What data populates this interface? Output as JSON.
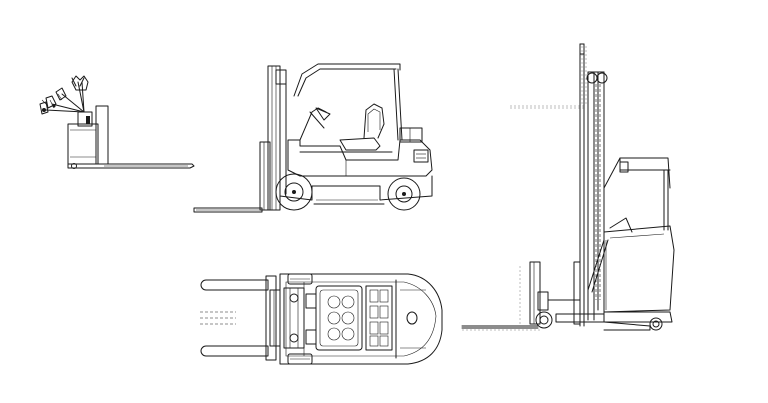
{
  "drawing": {
    "background": "#ffffff",
    "line_color": "#1a1a1a",
    "views": [
      {
        "id": "pallet-truck-side",
        "kind": "line-drawing"
      },
      {
        "id": "counterbalance-forklift-side",
        "kind": "line-drawing"
      },
      {
        "id": "counterbalance-forklift-top",
        "kind": "line-drawing"
      },
      {
        "id": "reach-truck-side",
        "kind": "line-drawing"
      }
    ]
  }
}
